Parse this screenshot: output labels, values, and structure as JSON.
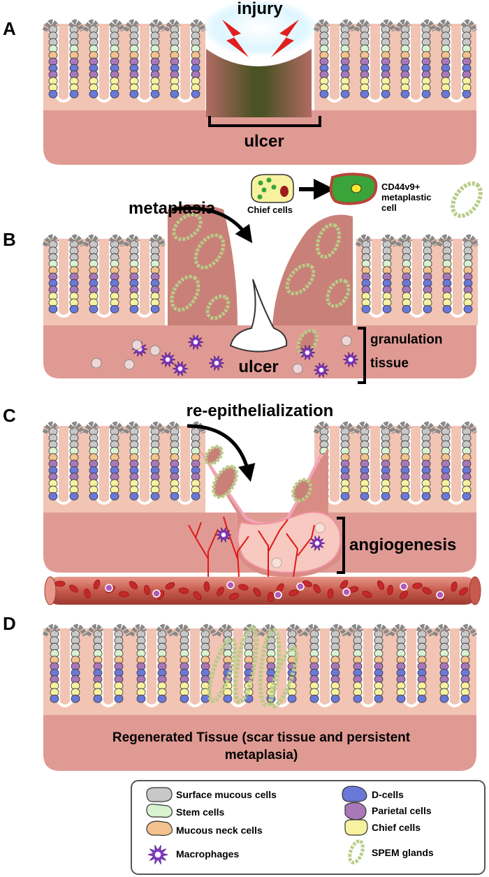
{
  "panels": {
    "a": {
      "letter": "A",
      "injury_label": "injury",
      "ulcer_label": "ulcer"
    },
    "b": {
      "letter": "B",
      "metaplasia_label": "metaplasia",
      "chief_cells_label": "Chief cells",
      "metaplastic_label_line1": "CD44v9+",
      "metaplastic_label_line2": "metaplastic",
      "metaplastic_label_line3": "cell",
      "granulation_line1": "granulation",
      "granulation_line2": "tissue",
      "ulcer_label": "ulcer"
    },
    "c": {
      "letter": "C",
      "reepithelialization_label": "re-epithelialization",
      "angiogenesis_label": "angiogenesis"
    },
    "d": {
      "letter": "D",
      "regen_line1": "Regenerated Tissue (scar tissue and persistent",
      "regen_line2": "metaplasia)"
    }
  },
  "legend": {
    "items": [
      {
        "label": "Surface mucous cells",
        "icon": "surface-mucous-cell-icon",
        "color": "#c8c8c8"
      },
      {
        "label": "D-cells",
        "icon": "d-cell-icon",
        "color": "#6a78d8"
      },
      {
        "label": "Stem cells",
        "icon": "stem-cell-icon",
        "color": "#d9f2d0"
      },
      {
        "label": "Parietal cells",
        "icon": "parietal-cell-icon",
        "color": "#a878b8"
      },
      {
        "label": "Mucous neck cells",
        "icon": "mucous-neck-cell-icon",
        "color": "#f4c28e"
      },
      {
        "label": "Chief cells",
        "icon": "chief-cell-icon",
        "color": "#f7f2a0"
      },
      {
        "label": "Macrophages",
        "icon": "macrophage-icon",
        "color": "#8a3cc8"
      },
      {
        "label": "SPEM glands",
        "icon": "spem-gland-icon",
        "color": "#b8cc88"
      }
    ]
  },
  "colors": {
    "lamina": "#f2c4b4",
    "submucosa": "#e09a94",
    "submucosa_dark": "#c8706c",
    "ulcer_dark": "#3d4a1e",
    "metaplastic_green": "#3aa33a",
    "vessel": "#b84438",
    "rbc": "#c62828",
    "macrophage": "#7a2cc0"
  }
}
